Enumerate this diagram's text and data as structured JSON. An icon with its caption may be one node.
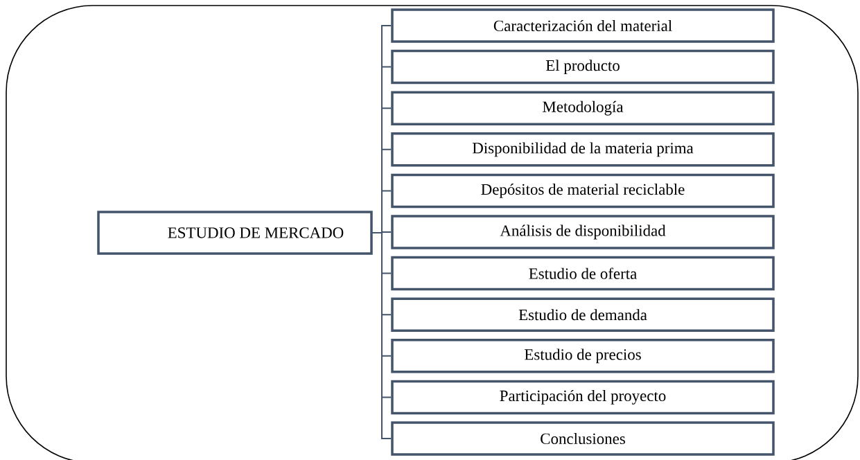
{
  "diagram": {
    "nodes": [
      {
        "text": [
          "ESTUDIO DE MERCADO"
        ]
      },
      {
        "text": [
          "Caracterización del material"
        ]
      },
      {
        "text": [
          "El producto"
        ]
      },
      {
        "text": [
          "Metodología"
        ]
      },
      {
        "text": [
          "Disponibilidad de la materia prima"
        ]
      },
      {
        "text": [
          "Depósitos de material reciclable"
        ]
      },
      {
        "text": [
          "Análisis de disponibilidad"
        ]
      },
      {
        "text": [
          "Estudio de oferta"
        ]
      },
      {
        "text": [
          "Estudio de demanda"
        ]
      },
      {
        "text": [
          "Estudio de precios"
        ]
      },
      {
        "text": [
          "Participación del proyecto"
        ]
      },
      {
        "text": [
          "Conclusiones"
        ]
      }
    ],
    "edges": [
      {
        "from": 0,
        "to": 1,
        "arrow": "none"
      },
      {
        "from": 0,
        "to": 2,
        "arrow": "none"
      },
      {
        "from": 0,
        "to": 3,
        "arrow": "none"
      },
      {
        "from": 0,
        "to": 4,
        "arrow": "none"
      },
      {
        "from": 0,
        "to": 5,
        "arrow": "none"
      },
      {
        "from": 0,
        "to": 6,
        "arrow": "none"
      },
      {
        "from": 0,
        "to": 7,
        "arrow": "none"
      },
      {
        "from": 0,
        "to": 8,
        "arrow": "none"
      },
      {
        "from": 0,
        "to": 9,
        "arrow": "none"
      },
      {
        "from": 0,
        "to": 10,
        "arrow": "none"
      },
      {
        "from": 0,
        "to": 11,
        "arrow": "none"
      }
    ]
  }
}
